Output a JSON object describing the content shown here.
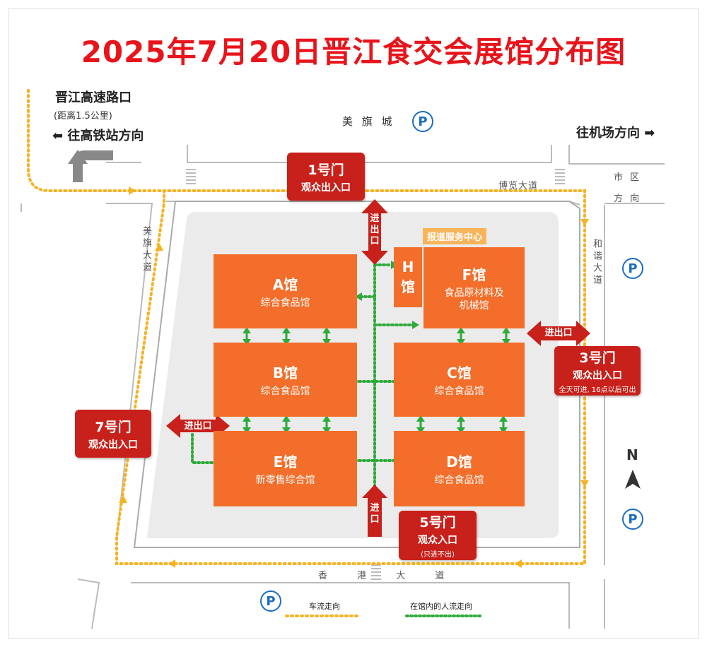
{
  "title": "2025年7月20日晋江食交会展馆分布图",
  "top_left": {
    "exit_name": "晋江高速路口",
    "distance": "(距离1.5公里)",
    "direction": "往高铁站方向",
    "arrow": "⬅"
  },
  "top_right": {
    "direction": "往机场方向",
    "arrow": "➡"
  },
  "places": {
    "meiqicheng": "美 旗 城",
    "city_dir_1": "市 区",
    "city_dir_2": "方 向"
  },
  "roads": {
    "boulan": "博览大道",
    "meiqi": "美旗大道",
    "hexie": "和谐大道",
    "xianggang": "香 港 大 道"
  },
  "parking": {
    "symbol": "P"
  },
  "press_center": "报道服务中心",
  "halls": {
    "A": {
      "name": "A馆",
      "desc": "综合食品馆"
    },
    "B": {
      "name": "B馆",
      "desc": "综合食品馆"
    },
    "C": {
      "name": "C馆",
      "desc": "综合食品馆"
    },
    "D": {
      "name": "D馆",
      "desc": "综合食品馆"
    },
    "E": {
      "name": "E馆",
      "desc": "新零售综合馆"
    },
    "F": {
      "name": "F馆",
      "desc1": "食品原材料及",
      "desc2": "机械馆"
    },
    "H": {
      "name": "H",
      "name2": "馆"
    }
  },
  "gates": {
    "g1": {
      "name": "1号门",
      "desc": "观众出入口"
    },
    "g3": {
      "name": "3号门",
      "desc": "观众出入口",
      "sub": "全天可进, 16点以后可出"
    },
    "g5": {
      "name": "5号门",
      "desc": "观众入口",
      "sub": "(只进不出)"
    },
    "g7": {
      "name": "7号门",
      "desc": "观众出入口"
    }
  },
  "arrow_labels": {
    "a1": "进出口",
    "a3": "进出口",
    "a5": "进口",
    "a7": "进出口"
  },
  "compass": "N",
  "legend": {
    "vehicle": "车流走向",
    "pedestrian": "在馆内的人流走向"
  },
  "colors": {
    "title": "#e8141b",
    "hall": "#f26e2a",
    "gate": "#c8201a",
    "vehicle_flow": "#f5b323",
    "pedestrian_flow": "#2eaa3a",
    "parking": "#1a6ec0",
    "press": "#f9b45a"
  }
}
